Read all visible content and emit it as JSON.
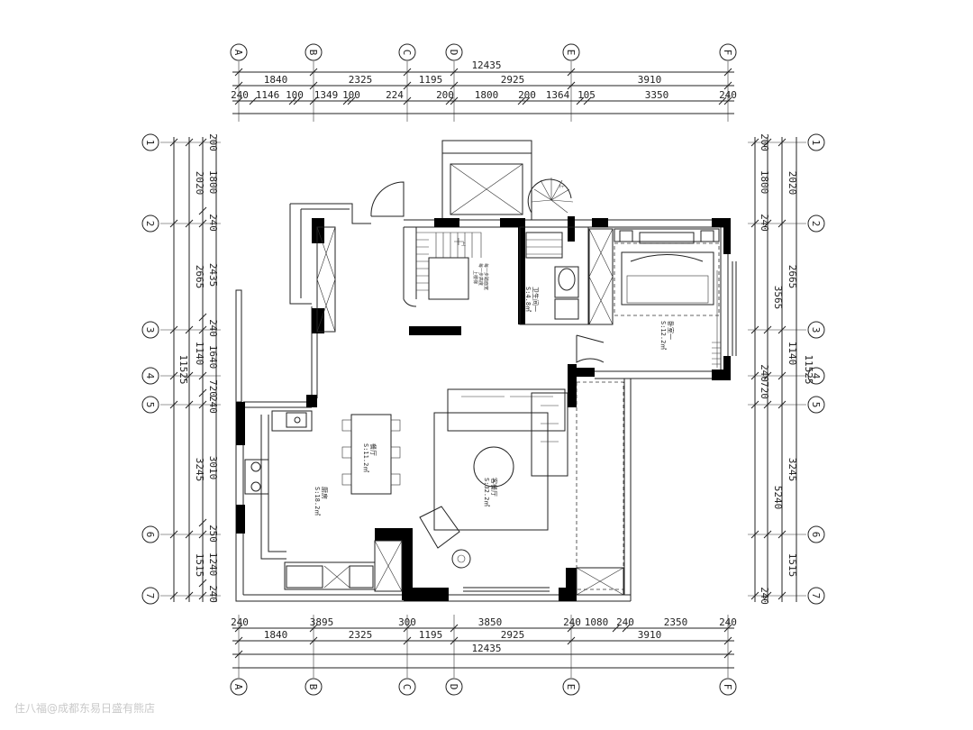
{
  "columns": [
    "A",
    "B",
    "C",
    "D",
    "E",
    "F"
  ],
  "rows": [
    "1",
    "2",
    "3",
    "4",
    "5",
    "6",
    "7"
  ],
  "dims": {
    "top_total": "12435",
    "top_major": [
      "1840",
      "2325",
      "1195",
      "2925",
      "3910"
    ],
    "top_minor": [
      "240",
      "1146",
      "100",
      "1349",
      "100",
      "224",
      "200",
      "1800",
      "200",
      "1364",
      "105",
      "3350",
      "240"
    ],
    "bottom_upper": [
      "240",
      "3895",
      "300",
      "3850",
      "240",
      "1080",
      "240",
      "2350",
      "240"
    ],
    "bottom_major": [
      "1840",
      "2325",
      "1195",
      "2925",
      "3910"
    ],
    "bottom_total": "12435",
    "left_minor": [
      "200",
      "1800",
      "240",
      "2435",
      "240",
      "1640",
      "720",
      "240",
      "3010",
      "250",
      "1240",
      "240"
    ],
    "left_major": [
      "2020",
      "2665",
      "1140",
      "3245",
      "1515"
    ],
    "left_total": "11525",
    "right_minor": [
      "200",
      "1800",
      "240",
      "3565",
      "240",
      "720",
      "5240",
      "240"
    ],
    "right_major": [
      "2020",
      "2665",
      "1140",
      "3245",
      "1515"
    ],
    "right_total": "11525"
  },
  "rooms": {
    "kitchen_name": "厨房",
    "kitchen_area": "S:18.2㎡",
    "dining_name": "餐厅",
    "dining_area": "S:11.2㎡",
    "living_name": "客餐厅",
    "living_area": "S:32.2㎡",
    "bath_name": "卫生间一",
    "bath_area": "S:4.8㎡",
    "bed_name": "卧室一",
    "bed_area": "S:12.2㎡"
  },
  "notes": {
    "stair_up": "上",
    "stair_1": "每一步踏面宽",
    "stair_2": "每一步高度",
    "stair_3": "上楼梯",
    "spiral_up": "上"
  },
  "watermark": "住八福@成都东易日盛有熊店"
}
